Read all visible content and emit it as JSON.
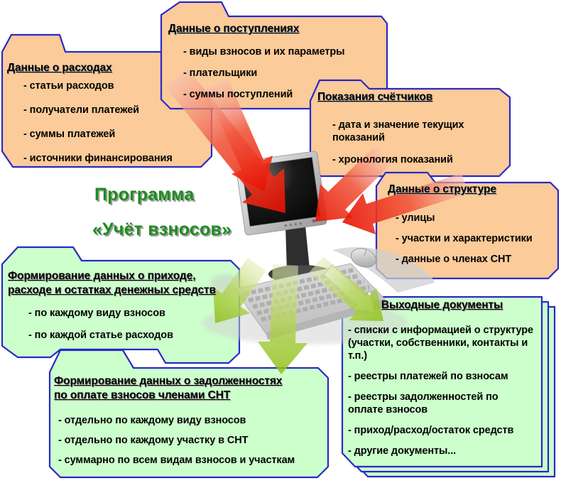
{
  "program": {
    "line1": "Программа",
    "line2": "«Учёт взносов»"
  },
  "input_boxes": {
    "expenses": {
      "title": "Данные о расходах",
      "items": [
        "- статьи расходов",
        "- получатели платежей",
        "- суммы платежей",
        "- источники финансирования"
      ]
    },
    "receipts": {
      "title": "Данные о поступлениях",
      "items": [
        "- виды взносов и их параметры",
        "- плательщики",
        "- суммы поступлений"
      ]
    },
    "meters": {
      "title": "Показания счётчиков",
      "items": [
        "- дата и значение текущих показаний",
        "- хронология показаний"
      ]
    },
    "structure": {
      "title": "Данные о структуре",
      "items": [
        "- улицы",
        "- участки и характеристики",
        "- данные о членах СНТ"
      ]
    }
  },
  "output_boxes": {
    "cashflow": {
      "title": "Формирование данных о приходе,\nрасходе и остатках денежных средств",
      "items": [
        "- по каждому виду взносов",
        "- по каждой статье расходов"
      ]
    },
    "debts": {
      "title": "Формирование данных о задолженностях\nпо оплате взносов членами СНТ",
      "items": [
        "- отдельно по каждому виду взносов",
        "- отдельно по каждому участку в СНТ",
        "- суммарно по всем видам взносов и участкам"
      ]
    },
    "documents": {
      "title": "Выходные документы",
      "items": [
        "- списки с информацией о структуре (участки, собственники, контакты и т.п.)",
        "- реестры платежей по взносам",
        "- реестры задолженностей по оплате взносов",
        "- приход/расход/остаток средств",
        "- другие документы..."
      ]
    }
  },
  "colors": {
    "box_fill_input": "#FBCB99",
    "box_fill_output": "#CCFFCC",
    "box_border": "#2929C8",
    "red_arrow": "#E81000",
    "green_arrow": "#8FBF17",
    "program_text": "#1E8C1E",
    "title_text": "#000000"
  }
}
